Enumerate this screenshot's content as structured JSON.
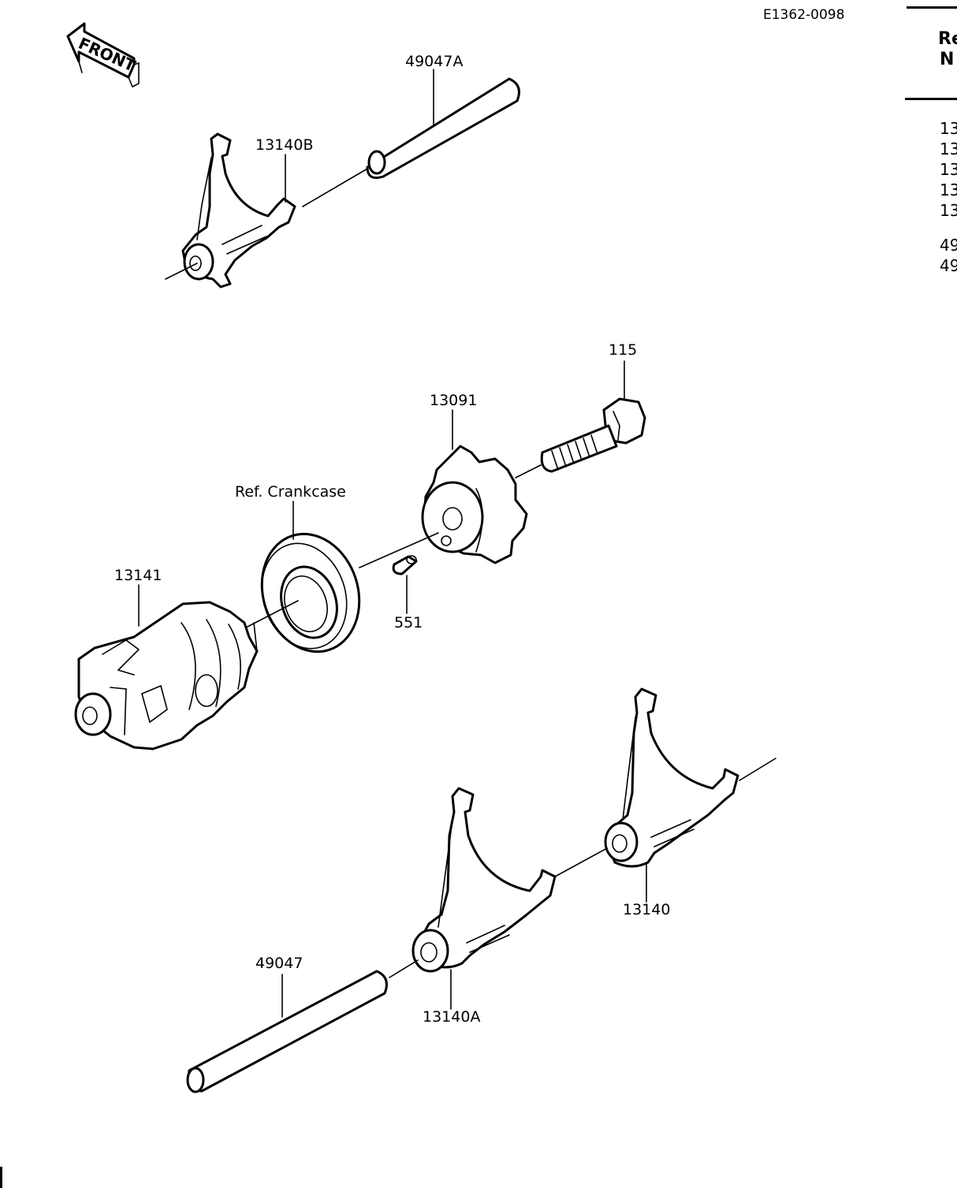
{
  "diagram_code": "E1362-0098",
  "front_arrow": {
    "text": "FRONT",
    "icon": "front-direction-arrow-icon"
  },
  "callouts": {
    "shaft_a": "49047A",
    "fork_b": "13140B",
    "bolt": "115",
    "drum_holder": "13091",
    "ref_crankcase": "Ref. Crankcase",
    "drum": "13141",
    "pin": "551",
    "fork": "13140",
    "shaft": "49047",
    "fork_a": "13140A"
  },
  "right_table_partial": {
    "header_lines": [
      "Re",
      "N"
    ],
    "rows": [
      "13",
      "13",
      "13",
      "13",
      "13",
      "49",
      "49"
    ]
  }
}
